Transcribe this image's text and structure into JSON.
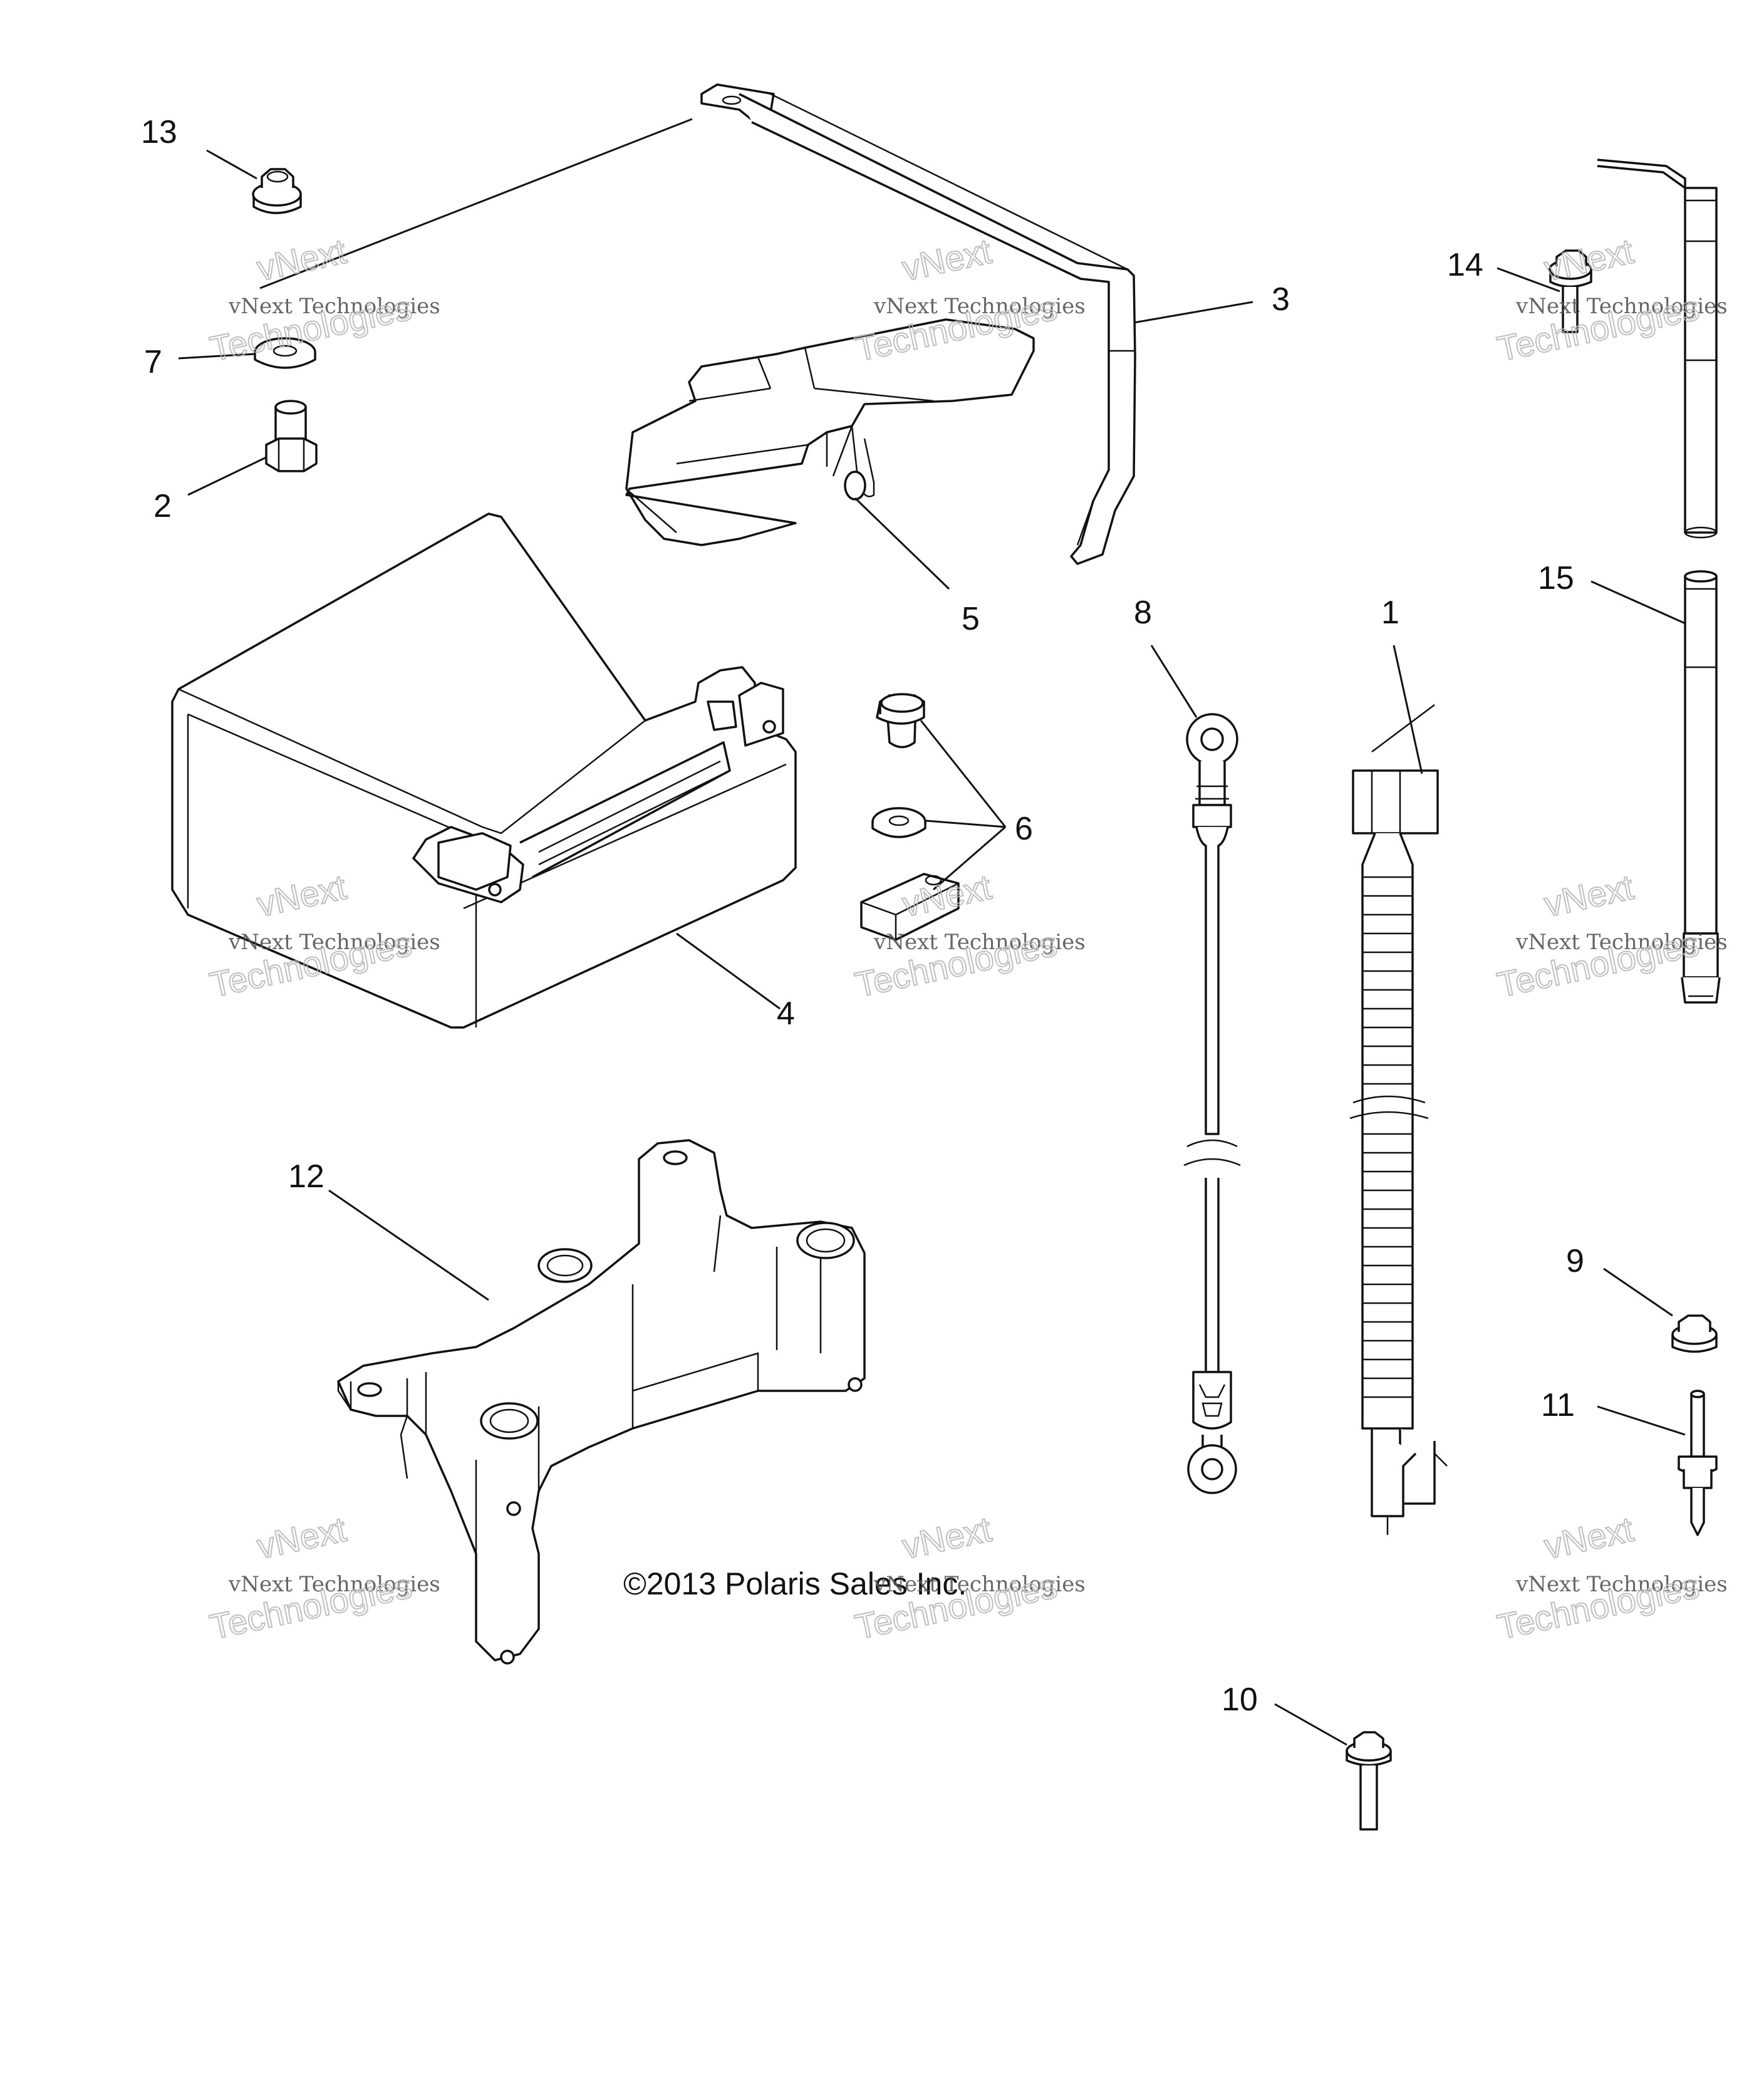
{
  "callouts": [
    {
      "id": "13",
      "label": "13"
    },
    {
      "id": "7",
      "label": "7"
    },
    {
      "id": "2",
      "label": "2"
    },
    {
      "id": "3",
      "label": "3"
    },
    {
      "id": "5",
      "label": "5"
    },
    {
      "id": "4",
      "label": "4"
    },
    {
      "id": "6",
      "label": "6"
    },
    {
      "id": "8",
      "label": "8"
    },
    {
      "id": "1",
      "label": "1"
    },
    {
      "id": "14",
      "label": "14"
    },
    {
      "id": "15",
      "label": "15"
    },
    {
      "id": "12",
      "label": "12"
    },
    {
      "id": "9",
      "label": "9"
    },
    {
      "id": "11",
      "label": "11"
    },
    {
      "id": "10",
      "label": "10"
    }
  ],
  "copyright": "©2013 Polaris Sales Inc.",
  "watermark": {
    "line1": "vNext Technologies",
    "line2": "vNext",
    "line3": "Technologies"
  }
}
